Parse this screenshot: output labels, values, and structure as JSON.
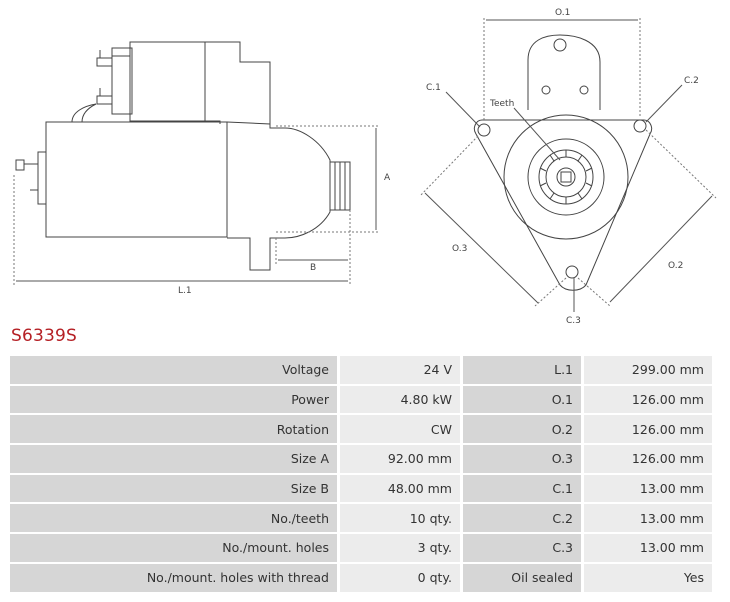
{
  "product_code": "S6339S",
  "drawing_labels": {
    "side": {
      "a": "A",
      "b": "B",
      "l1": "L.1"
    },
    "front": {
      "o1": "O.1",
      "o2": "O.2",
      "o3": "O.3",
      "c1": "C.1",
      "c2": "C.2",
      "c3": "C.3",
      "teeth": "Teeth"
    }
  },
  "specs": {
    "rows": [
      {
        "label": "Voltage",
        "value": "24 V",
        "label2": "L.1",
        "value2": "299.00 mm"
      },
      {
        "label": "Power",
        "value": "4.80 kW",
        "label2": "O.1",
        "value2": "126.00 mm"
      },
      {
        "label": "Rotation",
        "value": "CW",
        "label2": "O.2",
        "value2": "126.00 mm"
      },
      {
        "label": "Size A",
        "value": "92.00 mm",
        "label2": "O.3",
        "value2": "126.00 mm"
      },
      {
        "label": "Size B",
        "value": "48.00 mm",
        "label2": "C.1",
        "value2": "13.00 mm"
      },
      {
        "label": "No./teeth",
        "value": "10 qty.",
        "label2": "C.2",
        "value2": "13.00 mm"
      },
      {
        "label": "No./mount. holes",
        "value": "3 qty.",
        "label2": "C.3",
        "value2": "13.00 mm"
      },
      {
        "label": "No./mount. holes with thread",
        "value": "0 qty.",
        "label2": "Oil sealed",
        "value2": "Yes"
      }
    ]
  }
}
